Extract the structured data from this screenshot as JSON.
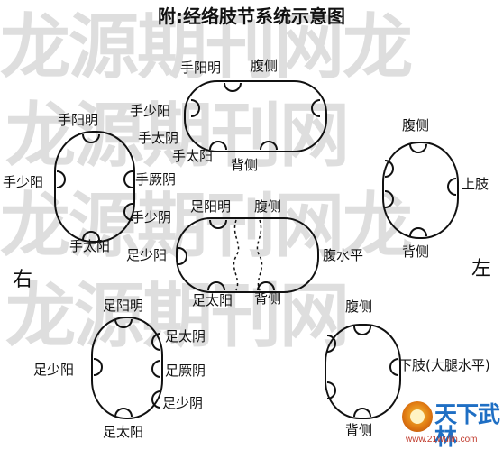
{
  "title": "附:经络肢节系统示意图",
  "watermark": {
    "rows": [
      "龙源期刊网龙",
      "龙源期刊网",
      "龙源期刊网龙",
      "龙源期刊网"
    ],
    "color": "#dedede"
  },
  "sides": {
    "right": "右",
    "left": "左"
  },
  "labels": {
    "head_shou_yangming": "手阳明",
    "head_fuce": "腹侧",
    "head_shou_shaoyang": "手少阳",
    "head_shou_taiyin": "手太阴",
    "head_shou_taiyang": "手太阳",
    "head_beice": "背侧",
    "rarm_shou_yangming": "手阳明",
    "rarm_shou_shaoyang": "手少阳",
    "rarm_shou_jueyin": "手厥阴",
    "rarm_shou_shaoyin": "手少阴",
    "rarm_shou_taiyang": "手太阳",
    "larm_fuce": "腹侧",
    "larm_shangzhi": "上肢",
    "larm_beice": "背侧",
    "trunk_zu_yangming": "足阳明",
    "trunk_fuce": "腹侧",
    "trunk_zu_shaoyang": "足少阳",
    "trunk_fu_shuiping": "腹水平",
    "trunk_zu_taiyang": "足太阳",
    "trunk_beice": "背侧",
    "rleg_zu_yangming": "足阳明",
    "rleg_zu_taiyin": "足太阴",
    "rleg_zu_shaoyang": "足少阳",
    "rleg_zu_jueyin": "足厥阴",
    "rleg_zu_shaoyin": "足少阴",
    "rleg_zu_taiyang": "足太阳",
    "lleg_fuce": "腹侧",
    "lleg_xiazhi": "下肢(大腿水平)",
    "lleg_beice": "背侧"
  },
  "logo": {
    "name": "天下武林",
    "url": "www.21wulin.com"
  },
  "colors": {
    "line": "#111111",
    "logo_blue": "#1f6fc4",
    "logo_orange": "#e07a12"
  }
}
